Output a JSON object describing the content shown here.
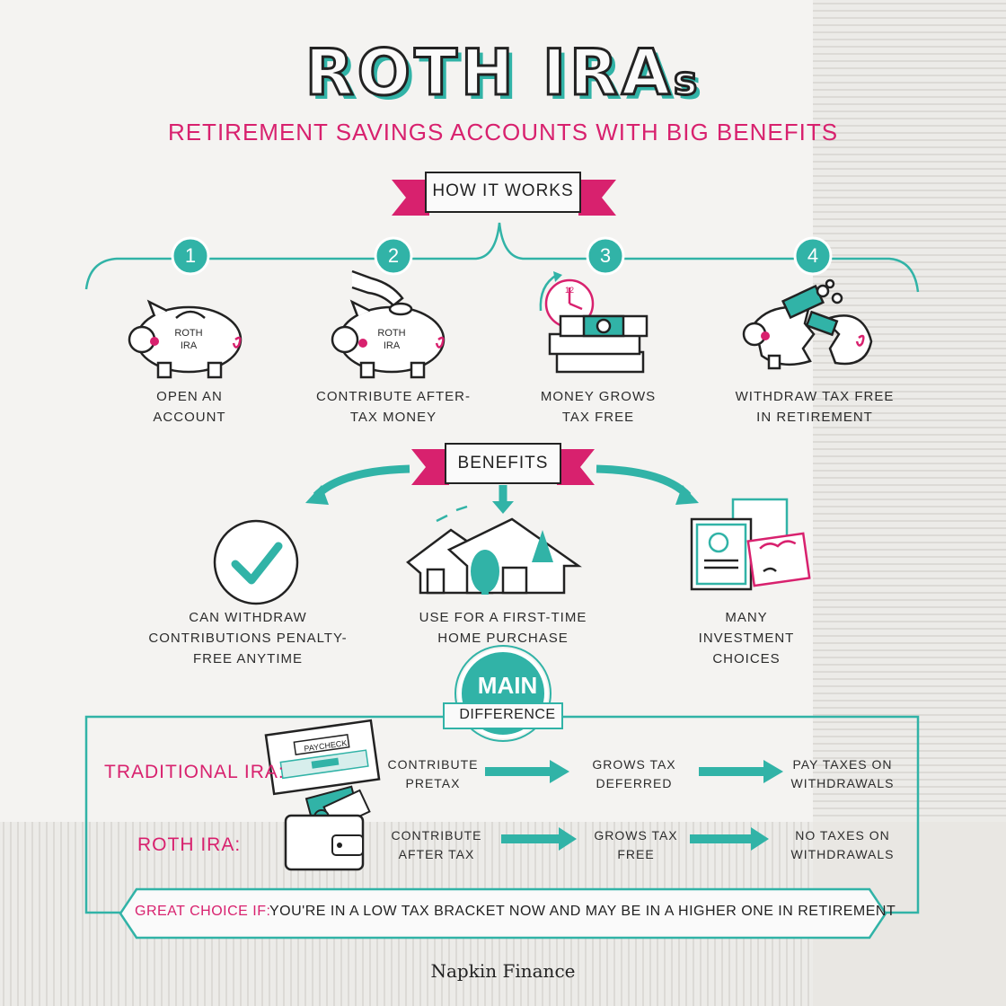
{
  "header": {
    "title_main": "ROTH IRA",
    "title_suffix": "s",
    "subtitle": "RETIREMENT SAVINGS ACCOUNTS WITH BIG BENEFITS"
  },
  "how_it_works": {
    "banner": "HOW IT WORKS",
    "steps": [
      {
        "number": "1",
        "label": "OPEN AN ACCOUNT",
        "icon": "piggy-bank-icon",
        "bank_text": [
          "ROTH",
          "IRA"
        ]
      },
      {
        "number": "2",
        "label": "CONTRIBUTE AFTER-TAX MONEY",
        "icon": "hand-coin-piggy-bank-icon",
        "bank_text": [
          "ROTH",
          "IRA"
        ]
      },
      {
        "number": "3",
        "label": "MONEY GROWS TAX FREE",
        "icon": "money-stack-clock-icon",
        "clock_text": "12"
      },
      {
        "number": "4",
        "label": "WITHDRAW TAX FREE IN RETIREMENT",
        "icon": "broken-piggy-bank-icon"
      }
    ]
  },
  "benefits": {
    "banner": "BENEFITS",
    "items": [
      {
        "label": "CAN WITHDRAW CONTRIBUTIONS PENALTY-FREE ANYTIME",
        "icon": "checkmark-circle-icon"
      },
      {
        "label": "USE FOR A FIRST-TIME HOME PURCHASE",
        "icon": "house-icon"
      },
      {
        "label": "MANY INVESTMENT CHOICES",
        "icon": "certificates-icon"
      }
    ]
  },
  "main_difference": {
    "title": "MAIN",
    "subtitle": "DIFFERENCE",
    "rows": [
      {
        "label": "TRADITIONAL IRA:",
        "icon": "paycheck-icon",
        "icon_text": "PAYCHECK",
        "steps": [
          "CONTRIBUTE PRETAX",
          "GROWS TAX DEFERRED",
          "PAY TAXES ON WITHDRAWALS"
        ]
      },
      {
        "label": "ROTH IRA:",
        "icon": "wallet-icon",
        "steps": [
          "CONTRIBUTE AFTER TAX",
          "GROWS TAX FREE",
          "NO TAXES ON WITHDRAWALS"
        ]
      }
    ],
    "great_choice_label": "GREAT CHOICE IF:",
    "great_choice_text": "YOU'RE IN A LOW TAX BRACKET NOW AND MAY BE IN A HIGHER ONE IN RETIREMENT"
  },
  "footer": "Napkin Finance",
  "colors": {
    "teal": "#31b3a7",
    "pink": "#d8216e",
    "ink": "#222222",
    "paper": "#f4f3f1"
  }
}
